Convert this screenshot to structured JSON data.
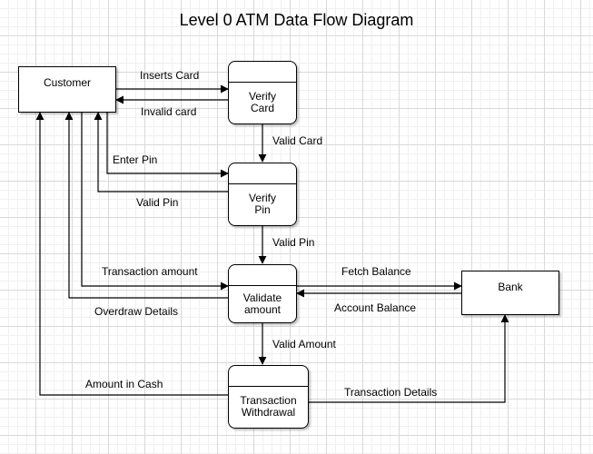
{
  "title": "Level 0 ATM Data Flow Diagram",
  "entities": {
    "customer": "Customer",
    "bank": "Bank"
  },
  "processes": {
    "verify_card": "Verify\nCard",
    "verify_pin": "Verify\nPin",
    "validate_amount": "Validate\namount",
    "transaction_withdrawal": "Transaction\nWithdrawal"
  },
  "flows": {
    "inserts_card": "Inserts Card",
    "invalid_card": "Invalid card",
    "valid_card": "Valid Card",
    "enter_pin": "Enter Pin",
    "valid_pin_to_customer": "Valid Pin",
    "valid_pin_to_validate": "Valid Pin",
    "transaction_amount": "Transaction amount",
    "overdraw_details": "Overdraw Details",
    "fetch_balance": "Fetch Balance",
    "account_balance": "Account Balance",
    "valid_amount": "Valid Amount",
    "amount_in_cash": "Amount in Cash",
    "transaction_details": "Transaction Details"
  }
}
